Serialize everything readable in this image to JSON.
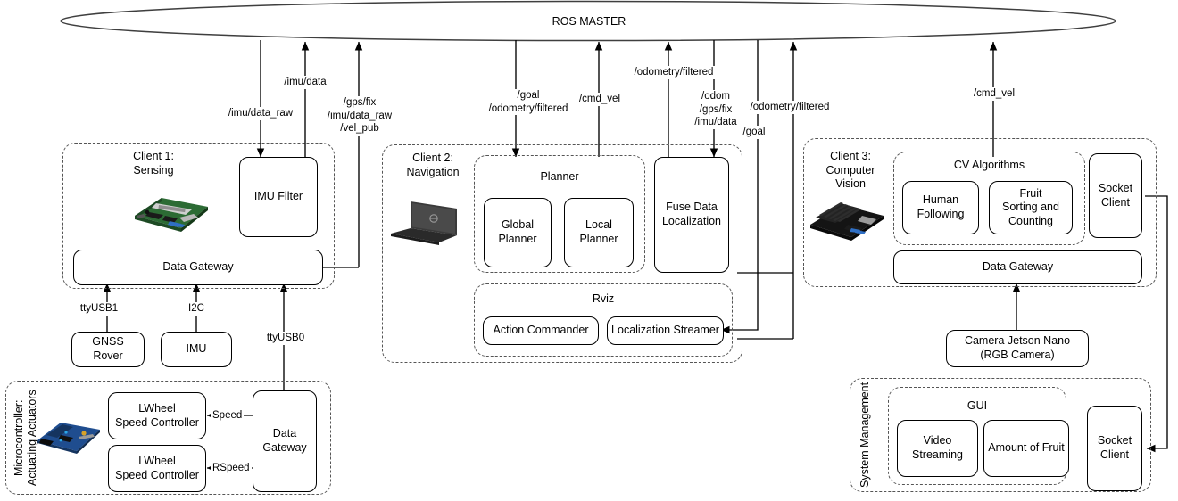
{
  "master": {
    "label": "ROS MASTER"
  },
  "topics": {
    "imu_data_raw": "/imu/data_raw",
    "imu_data": "/imu/data",
    "gps_group": "/gps/fix\n/imu/data_raw\n/vel_pub",
    "goal_odom": "/goal\n/odometry/filtered",
    "cmd_vel": "/cmd_vel",
    "odometry_filtered_top": "/odometry/filtered",
    "odom_group": "/odom\n/gps/fix\n/imu/data",
    "odometry_filtered_right": "/odometry/filtered",
    "goal": "/goal",
    "cmd_vel_right": "/cmd_vel",
    "ttyusb1": "ttyUSB1",
    "i2c": "I2C",
    "ttyusb0": "ttyUSB0",
    "lspeed": "Speed",
    "rspeed": "RSpeed"
  },
  "client1": {
    "title": "Client 1:\nSensing",
    "imu_filter": "IMU Filter",
    "data_gateway": "Data Gateway",
    "gnss_rover": "GNSS\nRover",
    "imu": "IMU",
    "board_icon": "raspberry-pi-board"
  },
  "client2": {
    "title": "Client 2:\nNavigation",
    "planner_group": "Planner",
    "global_planner": "Global\nPlanner",
    "local_planner": "Local\nPlanner",
    "fuse_data": "Fuse Data\nLocalization",
    "rviz_group": "Rviz",
    "action_commander": "Action Commander",
    "localization_streamer": "Localization Streamer",
    "device_icon": "laptop"
  },
  "client3": {
    "title": "Client 3:\nComputer\nVision",
    "cv_group": "CV Algorithms",
    "human_following": "Human\nFollowing",
    "fruit_sorting": "Fruit\nSorting and\nCounting",
    "socket_client": "Socket\nClient",
    "data_gateway": "Data Gateway",
    "camera": "Camera Jetson Nano\n(RGB Camera)",
    "board_icon": "jetson-nano-board"
  },
  "microcontroller": {
    "title": "Microcontroller:\nActuating Actuators",
    "lwheel": "LWheel\nSpeed Controller",
    "rwheel": "LWheel\nSpeed Controller",
    "data_gateway": "Data\nGateway",
    "board_icon": "arduino-board"
  },
  "system_management": {
    "title": "System Management",
    "gui_group": "GUI",
    "video_streaming": "Video\nStreaming",
    "amount_of_fruit": "Amount of Fruit",
    "socket_client": "Socket\nClient"
  },
  "colors": {
    "line": "#000000",
    "dashed_border": "#555555",
    "background": "#ffffff"
  }
}
